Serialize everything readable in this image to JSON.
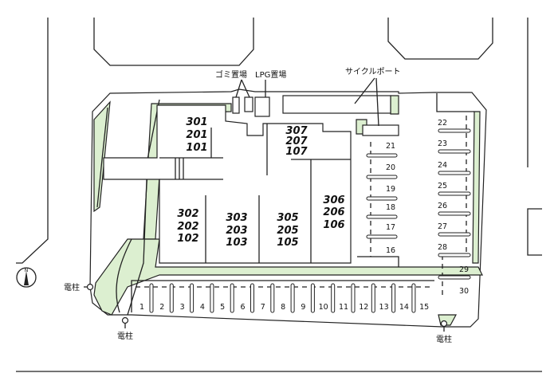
{
  "labels": {
    "garbage": "ゴミ置場",
    "lpg": "LPG置場",
    "cycle_port": "サイクルポート",
    "pole_left": "電柱",
    "pole_bottom_left": "電柱",
    "pole_bottom_right": "電柱",
    "north": "N"
  },
  "units": [
    {
      "lines": [
        "301",
        "201",
        "101"
      ]
    },
    {
      "lines": [
        "307",
        "207",
        "107"
      ]
    },
    {
      "lines": [
        "302",
        "202",
        "102"
      ]
    },
    {
      "lines": [
        "303",
        "203",
        "103"
      ]
    },
    {
      "lines": [
        "305",
        "205",
        "105"
      ]
    },
    {
      "lines": [
        "306",
        "206",
        "106"
      ]
    }
  ],
  "parking": {
    "bottom_row": [
      "1",
      "2",
      "3",
      "4",
      "5",
      "6",
      "7",
      "8",
      "9",
      "10",
      "11",
      "12",
      "13",
      "14",
      "15"
    ],
    "middle_column": [
      "21",
      "20",
      "19",
      "18",
      "17",
      "16"
    ],
    "right_column": [
      "22",
      "23",
      "24",
      "25",
      "26",
      "27",
      "28",
      "29",
      "30"
    ]
  },
  "colors": {
    "green": "#dcefd0",
    "line": "#222222"
  }
}
